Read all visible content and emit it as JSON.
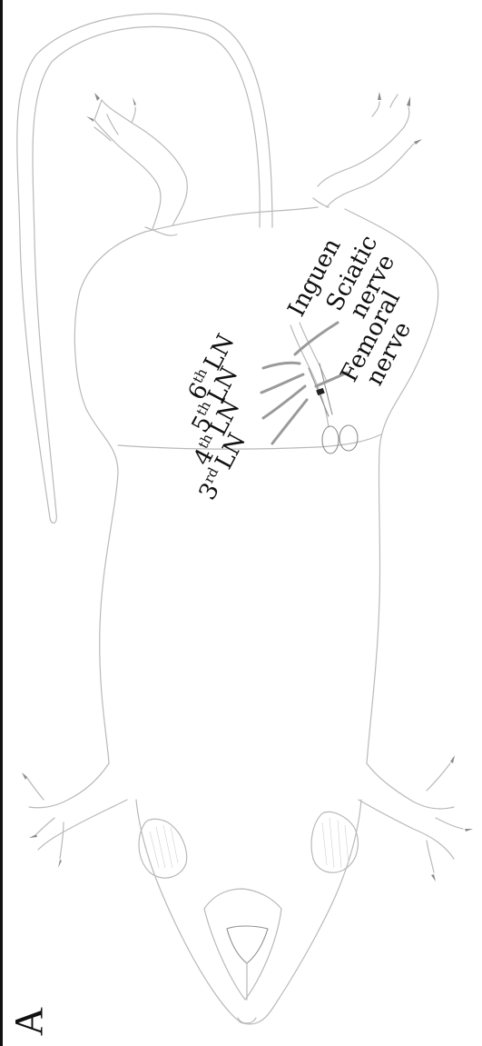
{
  "panel_letter": "A",
  "labels": {
    "inguen": "Inguen",
    "sciatic": "Sciatic",
    "sciatic_2": "nerve",
    "femoral": "Femoral",
    "femoral_2": "nerve",
    "ln6_num": "6",
    "ln6_sup": "th",
    "ln5_num": "5",
    "ln5_sup": "th",
    "ln4_num": "4",
    "ln4_sup": "th",
    "ln3_num": "3",
    "ln3_sup": "rd",
    "ln_suffix": "LN"
  }
}
